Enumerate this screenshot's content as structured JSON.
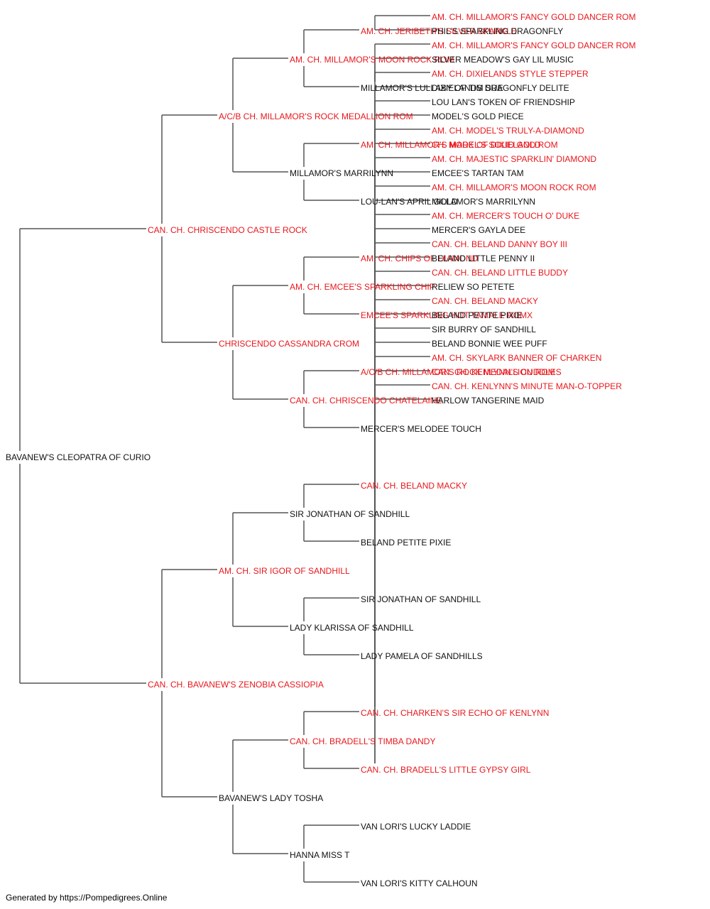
{
  "colors": {
    "champion": "#e8171c",
    "normal": "#111111",
    "line": "#555555"
  },
  "root": {
    "name": "BAVANEW'S CLEOPATRA OF CURIO",
    "champion": false
  },
  "sire": {
    "name": "CAN. CH. CHRISCENDO CASTLE ROCK",
    "champion": true
  },
  "dam": {
    "name": "CAN. CH. BAVANEW'S ZENOBIA CASSIOPIA",
    "champion": true
  },
  "gen2": [
    {
      "name": "A/C/B CH. MILLAMOR'S ROCK MEDALLION ROM",
      "champion": true
    },
    {
      "name": "CHRISCENDO CASSANDRA CROM",
      "champion": true
    },
    {
      "name": "AM. CH. SIR IGOR OF SANDHILL",
      "champion": true
    },
    {
      "name": "BAVANEW'S LADY TOSHA",
      "champion": false
    }
  ],
  "gen3": [
    {
      "name": "AM. CH. MILLAMOR'S MOON ROCK ROM",
      "champion": true
    },
    {
      "name": "MILLAMOR'S MARRILYNN",
      "champion": false
    },
    {
      "name": "AM. CH. EMCEE'S SPARKLING CHIP",
      "champion": true
    },
    {
      "name": "CAN. CH. CHRISCENDO CHATELAINE",
      "champion": true
    },
    {
      "name": "SIR JONATHAN OF SANDHILL",
      "champion": false
    },
    {
      "name": "LADY KLARISSA OF SANDHILL",
      "champion": false
    },
    {
      "name": "CAN. CH. BRADELL'S TIMBA DANDY",
      "champion": true
    },
    {
      "name": "HANNA MISS T",
      "champion": false
    }
  ],
  "gen4": [
    {
      "name": "AM. CH. JERIBETH'S SILVER SPARKLE",
      "champion": true
    },
    {
      "name": "MILLAMOR'S LULLABY OF TIM SUE",
      "champion": false
    },
    {
      "name": "AM. CH. MILLAMOR'S MARK OF DIXIELAND ROM",
      "champion": true
    },
    {
      "name": "LOU-LAN'S APRIL GOLD",
      "champion": false
    },
    {
      "name": "AM. CH. CHIPS OF DIAMOND",
      "champion": true
    },
    {
      "name": "EMCEE'S SPARKLING HOT TAMALE ROMX",
      "champion": true
    },
    {
      "name": "A/C/B CH. MILLAMOR'S ROCK MEDALLION ROM",
      "champion": true
    },
    {
      "name": "MERCER'S MELODEE TOUCH",
      "champion": false
    },
    {
      "name": "CAN. CH. BELAND MACKY",
      "champion": true
    },
    {
      "name": "BELAND PETITE PIXIE",
      "champion": false
    },
    {
      "name": "SIR JONATHAN OF SANDHILL",
      "champion": false
    },
    {
      "name": "LADY PAMELA OF SANDHILLS",
      "champion": false
    },
    {
      "name": "CAN. CH. CHARKEN'S SIR ECHO OF KENLYNN",
      "champion": true
    },
    {
      "name": "CAN. CH. BRADELL'S LITTLE GYPSY GIRL",
      "champion": true
    },
    {
      "name": "VAN LORI'S LUCKY LADDIE",
      "champion": false
    },
    {
      "name": "VAN LORI'S KITTY CALHOUN",
      "champion": false
    }
  ],
  "gen5": [
    {
      "name": "AM. CH. MILLAMOR'S FANCY GOLD DANCER ROM",
      "champion": true
    },
    {
      "name": "PHIL'S SPARKLING DRAGONFLY",
      "champion": false
    },
    {
      "name": "AM. CH. MILLAMOR'S FANCY GOLD DANCER ROM",
      "champion": true
    },
    {
      "name": "SILVER MEADOW'S GAY LIL MUSIC",
      "champion": false
    },
    {
      "name": "AM. CH. DIXIELANDS STYLE STEPPER",
      "champion": true
    },
    {
      "name": "DIXIELANDS DRAGONFLY DELITE",
      "champion": false
    },
    {
      "name": "LOU LAN'S TOKEN OF FRIENDSHIP",
      "champion": false
    },
    {
      "name": "MODEL'S GOLD PIECE",
      "champion": false
    },
    {
      "name": "AM. CH. MODEL'S TRULY-A-DIAMOND",
      "champion": true
    },
    {
      "name": "CH. MODEL'S SOLID GOLD",
      "champion": true
    },
    {
      "name": "AM. CH. MAJESTIC SPARKLIN' DIAMOND",
      "champion": true
    },
    {
      "name": "EMCEE'S TARTAN TAM",
      "champion": false
    },
    {
      "name": "AM. CH. MILLAMOR'S MOON ROCK ROM",
      "champion": true
    },
    {
      "name": "MILLAMOR'S MARRILYNN",
      "champion": false
    },
    {
      "name": "AM. CH. MERCER'S TOUCH O' DUKE",
      "champion": true
    },
    {
      "name": "MERCER'S GAYLA DEE",
      "champion": false
    },
    {
      "name": "CAN. CH. BELAND DANNY BOY III",
      "champion": true
    },
    {
      "name": "BELAND LITTLE PENNY II",
      "champion": false
    },
    {
      "name": "CAN. CH. BELAND LITTLE BUDDY",
      "champion": true
    },
    {
      "name": "RELIEW SO PETETE",
      "champion": false
    },
    {
      "name": "CAN. CH. BELAND MACKY",
      "champion": true
    },
    {
      "name": "BELAND PETITE PIXIE",
      "champion": false
    },
    {
      "name": "SIR BURRY OF SANDHILL",
      "champion": false
    },
    {
      "name": "BELAND BONNIE WEE PUFF",
      "champion": false
    },
    {
      "name": "AM. CH. SKYLARK BANNER OF CHARKEN",
      "champion": true
    },
    {
      "name": "CAN. CH. KENLYNN'S CUDDLES",
      "champion": true
    },
    {
      "name": "CAN. CH. KENLYNN'S MINUTE MAN-O-TOPPER",
      "champion": true
    },
    {
      "name": "HARLOW TANGERINE MAID",
      "champion": false
    },
    null,
    null,
    null,
    null
  ],
  "footer": "Generated by https://Pompedigrees.Online"
}
